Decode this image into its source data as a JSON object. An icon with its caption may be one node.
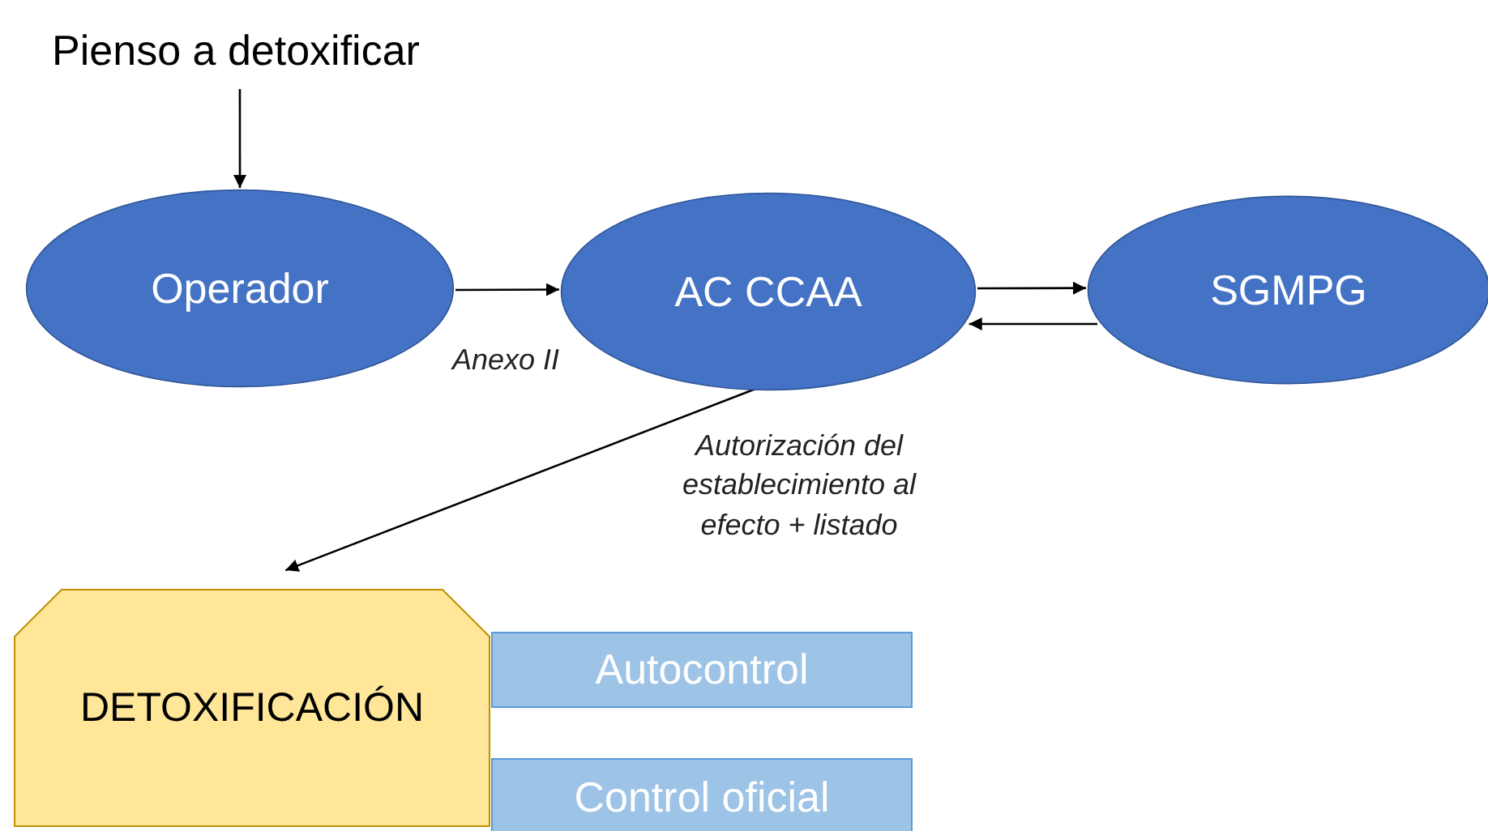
{
  "diagram": {
    "nodes": [
      {
        "text": [
          "Pienso a detoxificar"
        ]
      },
      {
        "text": [
          "Operador"
        ]
      },
      {
        "text": [
          "AC CCAA"
        ]
      },
      {
        "text": [
          "SGMPG"
        ]
      },
      {
        "text": [
          "DETOXIFICACIÓN"
        ]
      },
      {
        "text": [
          "Autocontrol"
        ]
      },
      {
        "text": [
          "Control oficial"
        ]
      }
    ],
    "edges": [
      {
        "from": 0,
        "to": 1,
        "arrow": "to"
      },
      {
        "from": 1,
        "to": 2,
        "arrow": "to",
        "label": "Anexo II"
      },
      {
        "from": 2,
        "to": 3,
        "arrow": "to"
      },
      {
        "from": 3,
        "to": 2,
        "arrow": "to"
      },
      {
        "from": 2,
        "to": 4,
        "arrow": "to",
        "label": "Autorización del establecimiento al efecto + listado"
      }
    ]
  }
}
